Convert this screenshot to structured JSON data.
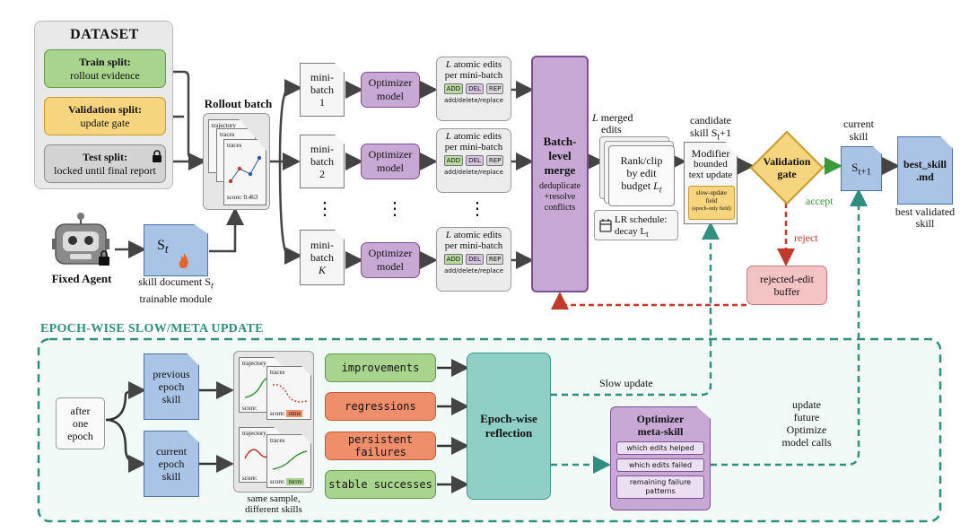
{
  "dataset": {
    "title": "DATASET",
    "train": {
      "title": "Train split:",
      "sub": "rollout evidence"
    },
    "validation": {
      "title": "Validation split:",
      "sub": "update gate"
    },
    "test": {
      "title": "Test split:",
      "sub": "locked until final report"
    }
  },
  "rollout": {
    "title": "Rollout batch",
    "trajectory": "trajectory",
    "traces": "traces",
    "score": "score:",
    "score_value": "0.463"
  },
  "agent": {
    "label": "Fixed Agent",
    "skill_doc_label": "S",
    "skill_doc_sub": "t",
    "caption1": "skill document S",
    "caption1_sub": "t",
    "caption2": "trainable module"
  },
  "minibatches": [
    {
      "label": "mini-",
      "label2": "batch",
      "num": "1"
    },
    {
      "label": "mini-",
      "label2": "batch",
      "num": "2"
    },
    {
      "label": "mini-",
      "label2": "batch",
      "num": "K"
    }
  ],
  "optimizer": {
    "label1": "Optimizer",
    "label2": "model"
  },
  "edits": {
    "l": "L",
    "line1": " atomic edits",
    "line2": "per mini-batch",
    "add": "ADD",
    "del": "DEL",
    "rep": "REP",
    "sub": "add/delete/replace"
  },
  "dots": "⋮",
  "merge": {
    "title1": "Batch-",
    "title2": "level",
    "title3": "merge",
    "sub1": "deduplicate",
    "sub2": "+resolve",
    "sub3": "conflicts"
  },
  "merged": {
    "l": "L",
    "line1": " merged",
    "line2": "edits"
  },
  "rank": {
    "line1": "Rank/clip",
    "line2": "by edit",
    "line3": "budget ",
    "lt": "L",
    "lt_sub": "t"
  },
  "lr": {
    "line1": "LR schedule:",
    "line2": "decay L",
    "line2_sub": "t"
  },
  "candidate": {
    "line1": "candidate",
    "line2": "skill S",
    "line2_sub": "t",
    "line2_end": "+1"
  },
  "modifier": {
    "title": "Modifier",
    "sub1": "bounded",
    "sub2": "text update",
    "slow1": "slow-update",
    "slow2": "field",
    "slow3": "(epoch-only field)"
  },
  "gate": {
    "line1": "Validation",
    "line2": "gate"
  },
  "accept": "accept",
  "reject": "reject",
  "current_skill": {
    "line1": "current",
    "line2": "skill",
    "doc": "S",
    "doc_sub": "t+1"
  },
  "best": {
    "line1": "best_skill",
    "line2": ".md",
    "cap1": "best validated",
    "cap2": "skill"
  },
  "rejected": {
    "line1": "rejected-edit",
    "line2": "buffer"
  },
  "epoch": {
    "title": "EPOCH-WISE SLOW/META UPDATE"
  },
  "after": {
    "line1": "after",
    "line2": "one",
    "line3": "epoch"
  },
  "prev": {
    "line1": "previous",
    "line2": "epoch",
    "line3": "skill"
  },
  "curr": {
    "line1": "current",
    "line2": "epoch",
    "line3": "skill"
  },
  "samples": {
    "trajectory": "trajectory",
    "traces": "traces",
    "score": "score:",
    "score1": "ottne",
    "score2": "tnrrre",
    "cap1": "same sample,",
    "cap2": "different skills"
  },
  "categories": {
    "improvements": "improvements",
    "regressions": "regressions",
    "persistent": "persistent failures",
    "stable": "stable successes"
  },
  "reflection": {
    "line1": "Epoch-wise",
    "line2": "reflection"
  },
  "slow_update": "Slow update",
  "meta": {
    "title1": "Optimizer",
    "title2": "meta-skill",
    "item1": "which edits helped",
    "item2": "which edits failed",
    "item3a": "remaining failure",
    "item3b": "patterns"
  },
  "future": {
    "line1": "update",
    "line2": "future",
    "line3": "Optimize",
    "line4": "model calls"
  },
  "colors": {
    "green": "#a9d48d",
    "yellow": "#f6d57e",
    "purple": "#c8a9d6",
    "blue": "#a9c4e4",
    "orange": "#ee8e6b",
    "teal": "#8fd0c6",
    "epoch_frame": "#2f8f7f",
    "reject_arrow": "#c0392b",
    "accept_arrow": "#3a9a3a"
  }
}
